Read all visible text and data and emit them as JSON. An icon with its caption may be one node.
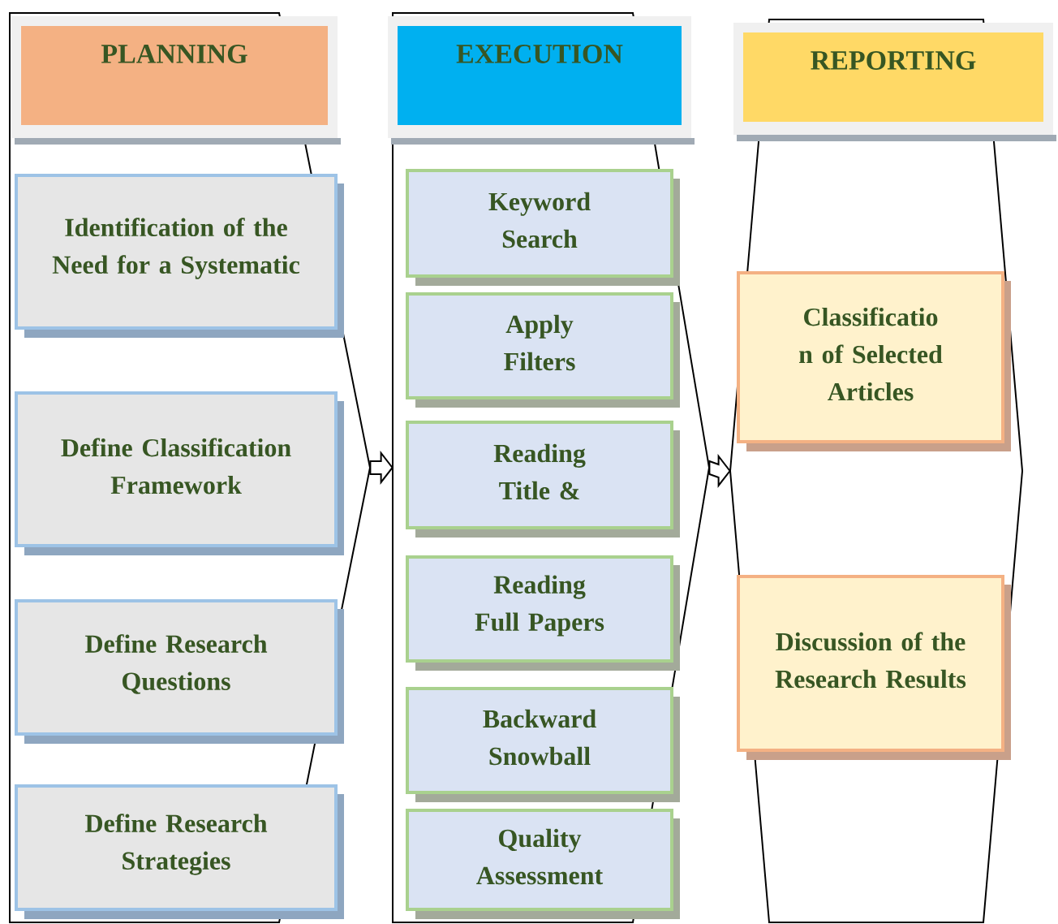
{
  "diagram": {
    "nodes": [
      {
        "text": [],
        "shape": "pentagon"
      },
      {
        "text": [
          "PLANNING"
        ],
        "in": 0
      },
      {
        "text": [
          "Identification of the Need for a Systematic"
        ],
        "in": 0
      },
      {
        "text": [
          "Define Classification Framework"
        ],
        "in": 0
      },
      {
        "text": [
          "Define Research Questions"
        ],
        "in": 0
      },
      {
        "text": [
          "Define Research Strategies"
        ],
        "in": 0
      },
      {
        "text": [],
        "shape": "pentagon"
      },
      {
        "text": [
          "EXECUTION"
        ],
        "in": 6
      },
      {
        "text": [
          "Keyword Search"
        ],
        "in": 6
      },
      {
        "text": [
          "Apply Filters"
        ],
        "in": 6
      },
      {
        "text": [
          "Reading Title &"
        ],
        "in": 6
      },
      {
        "text": [
          "Reading Full Papers"
        ],
        "in": 6
      },
      {
        "text": [
          "Backward Snowball"
        ],
        "in": 6
      },
      {
        "text": [
          "Quality Assessment"
        ],
        "in": 6
      },
      {
        "text": [],
        "shape": "hexagon"
      },
      {
        "text": [
          "REPORTING"
        ]
      },
      {
        "text": [
          "Classificatio n of Selected Articles"
        ],
        "in": 14
      },
      {
        "text": [
          "Discussion of the Research Results"
        ],
        "in": 14
      }
    ],
    "edges": [
      {
        "from": 0,
        "to": 6,
        "arrow": "to"
      },
      {
        "from": 6,
        "to": 14,
        "arrow": "to"
      }
    ]
  }
}
